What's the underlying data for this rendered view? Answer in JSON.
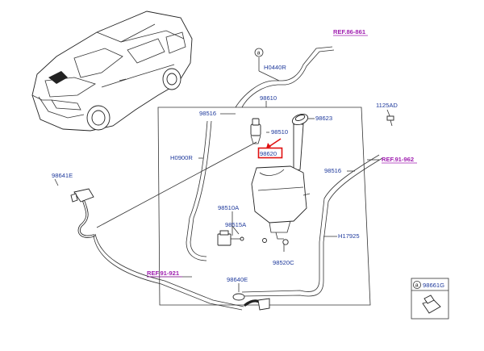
{
  "labels": {
    "ref_86_861": "REF.86-861",
    "h0440r": "H0440R",
    "p98610": "98610",
    "p98516_top": "98516",
    "p98510": "98510",
    "p98623": "98623",
    "p1125ad": "1125AD",
    "h0900r": "H0900R",
    "p98620": "98620",
    "ref_91_962": "REF.91-962",
    "p98516_right": "98516",
    "p98641e": "98641E",
    "p98510a": "98510A",
    "p98515a": "98515A",
    "h17925": "H17925",
    "p98520c": "98520C",
    "ref_91_921": "REF.91-921",
    "p98640e": "98640E",
    "p98661g": "98661G",
    "callout_a": "a"
  },
  "colors": {
    "part_label": "#1f3a9c",
    "reference": "#a01fb0",
    "highlight": "#e01010",
    "line": "#333333"
  }
}
